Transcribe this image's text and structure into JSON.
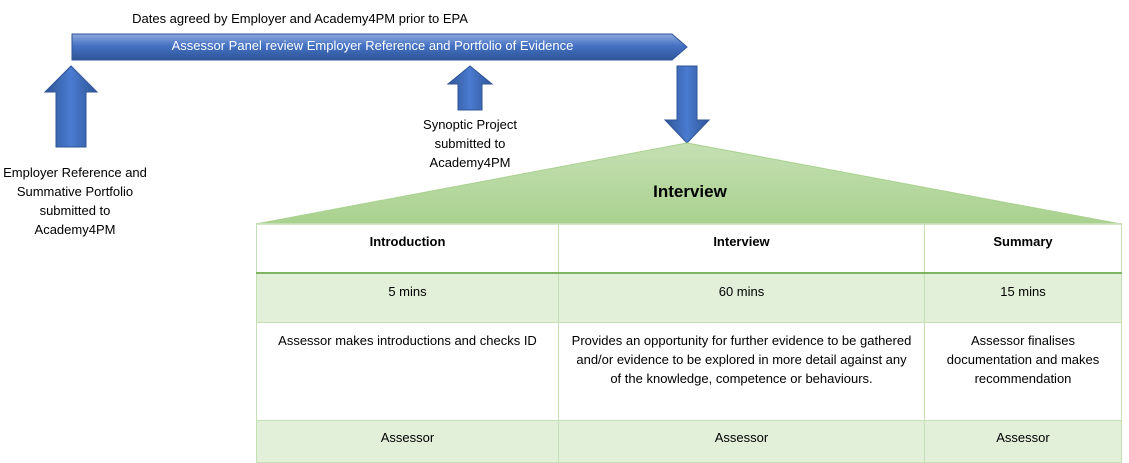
{
  "timeline": {
    "caption": "Dates agreed by Employer and Academy4PM  prior to EPA",
    "banner": "Assessor Panel review Employer Reference and Portfolio of Evidence"
  },
  "inputs": {
    "synoptic": "Synoptic Project submitted to Academy4PM",
    "employer": "Employer Reference and Summative Portfolio submitted to Academy4PM"
  },
  "interview": {
    "title": "Interview",
    "stages": [
      {
        "name": "Introduction",
        "duration": "5 mins",
        "description": "Assessor makes introductions and checks ID",
        "conducted_by": "Assessor"
      },
      {
        "name": "Interview",
        "duration": "60 mins",
        "description": "Provides an opportunity  for further evidence to be gathered and/or evidence to be explored in more detail against any of the knowledge, competence or behaviours.",
        "conducted_by": "Assessor"
      },
      {
        "name": "Summary",
        "duration": "15 mins",
        "description": "Assessor finalises documentation  and makes recommendation",
        "conducted_by": "Assessor"
      }
    ]
  },
  "colors": {
    "arrow_blue": "#4472c4",
    "arrow_blue_dark": "#2f5597",
    "triangle_green": "#a9d18e",
    "row_green": "#e2efd9",
    "border_green": "#c5dfb4"
  }
}
